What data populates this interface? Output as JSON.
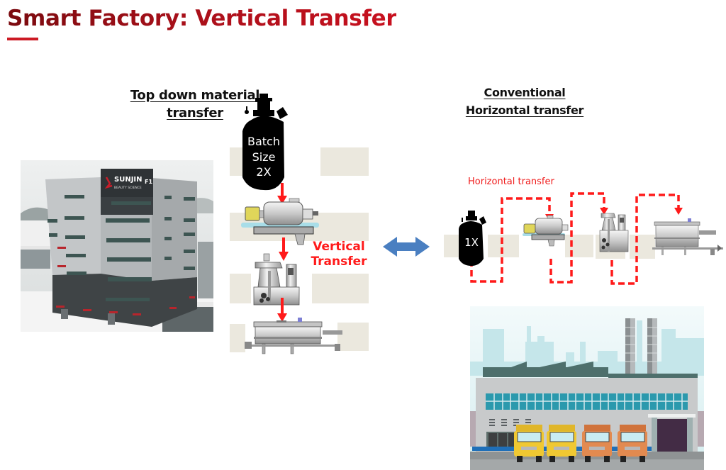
{
  "slide": {
    "title": "Smart Factory: Vertical Transfer",
    "colors": {
      "title_dark": "#7a0a0f",
      "title_red": "#c8101e",
      "arrow_red": "#ff1a1a",
      "double_arrow_blue": "#4a7fc1",
      "slab_beige": "#ebe8de"
    }
  },
  "left_section": {
    "heading_line1": "Top down material",
    "heading_line2": "transfer",
    "reactor_label_line1": "Batch",
    "reactor_label_line2": "Size",
    "reactor_label_line3": "2X",
    "vertical_label_line1": "Vertical",
    "vertical_label_line2": "Transfer",
    "photo": {
      "sign_brand": "SUNJIN",
      "sign_sub": "BEAUTY SCIENCE",
      "sign_floor": "F1"
    }
  },
  "right_section": {
    "heading_line1": "Conventional",
    "heading_line2": "Horizontal transfer",
    "horizontal_label": "Horizontal transfer",
    "reactor_label": "1X"
  },
  "icons": {
    "double_arrow": "double-headed-arrow",
    "reactor": "reactor-vessel",
    "mixer": "horizontal-mixer",
    "homogenizer": "homogenizer-pump",
    "storage_tank": "storage-tank"
  }
}
